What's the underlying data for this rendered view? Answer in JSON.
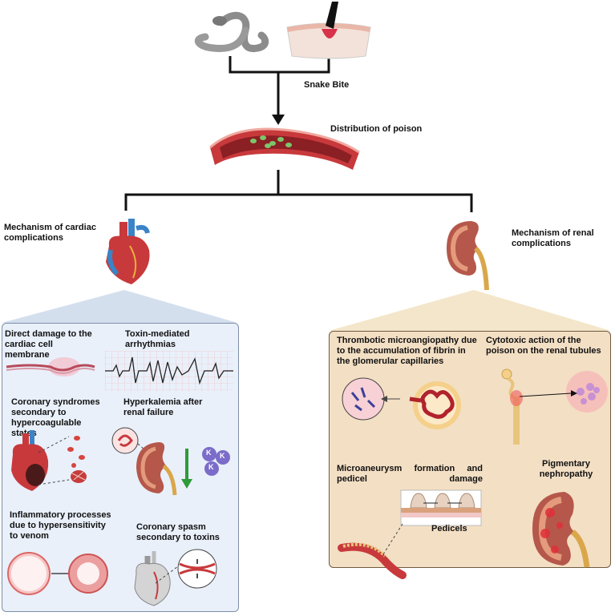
{
  "flow": {
    "snake_bite": "Snake Bite",
    "distribution": "Distribution of poison",
    "cardiac_heading": "Mechanism of cardiac complications",
    "renal_heading": "Mechanism of renal complications"
  },
  "cardiac": {
    "direct_damage": "Direct damage to the cardiac cell membrane",
    "arrhythmias": "Toxin-mediated arrhythmias",
    "coronary_syndromes": "Coronary syndromes secondary to hypercoagulable states",
    "hyperkalemia": "Hyperkalemia after renal failure",
    "inflammatory": "Inflammatory processes due to hypersensitivity to venom",
    "spasm": "Coronary spasm secondary to toxins",
    "potassium_symbol": "K"
  },
  "renal": {
    "thrombotic": "Thrombotic microangiopathy due to the accumulation of fibrin in the glomerular capillaries",
    "cytotoxic": "Cytotoxic action of the poison on the renal tubules",
    "microaneurysm": "Microaneurysm formation and pedicel damage",
    "pigmentary": "Pigmentary nephropathy",
    "pedicels": "Pedicels"
  },
  "colors": {
    "left_panel": "#e9f0fa",
    "right_panel": "#f3dfc4",
    "vessel": "#c8393c",
    "kidney": "#b5574a"
  }
}
